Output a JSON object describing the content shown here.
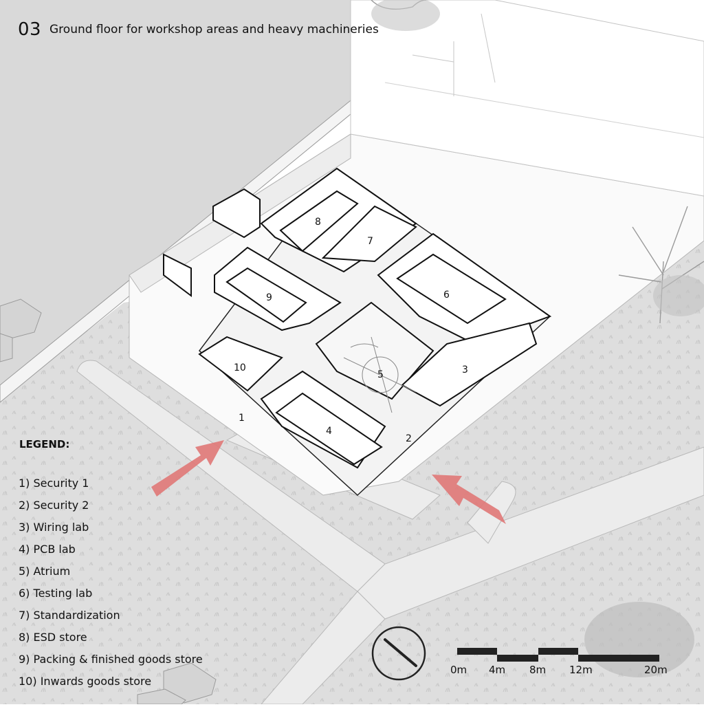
{
  "title": {
    "number": "03",
    "text": "Ground floor for workshop areas and heavy machineries"
  },
  "legend": {
    "heading": "LEGEND:",
    "items": [
      "1) Security 1",
      "2) Security 2",
      "3) Wiring lab",
      "4) PCB lab",
      "5) Atrium",
      "6) Testing lab",
      "7) Standardization",
      "8) ESD store",
      "9) Packing & finished goods store",
      "10) Inwards goods store"
    ]
  },
  "rooms": [
    {
      "id": "room-1",
      "label": "1"
    },
    {
      "id": "room-2",
      "label": "2"
    },
    {
      "id": "room-3",
      "label": "3"
    },
    {
      "id": "room-4",
      "label": "4"
    },
    {
      "id": "room-5",
      "label": "5"
    },
    {
      "id": "room-6",
      "label": "6"
    },
    {
      "id": "room-7",
      "label": "7"
    },
    {
      "id": "room-8",
      "label": "8"
    },
    {
      "id": "room-9",
      "label": "9"
    },
    {
      "id": "room-10",
      "label": "10"
    }
  ],
  "scale_bar": {
    "labels": [
      "0m",
      "4m",
      "8m",
      "12m",
      "20m"
    ]
  },
  "icons": [
    "north-arrow-icon",
    "entry-arrow-icon",
    "tree-icon",
    "car-icon"
  ],
  "colors": {
    "entry_arrow": "#e07a78",
    "site_ground": "#dcdcdc",
    "road": "#ebebeb",
    "building_fill": "#f7f7f7",
    "wall": "#111111"
  }
}
